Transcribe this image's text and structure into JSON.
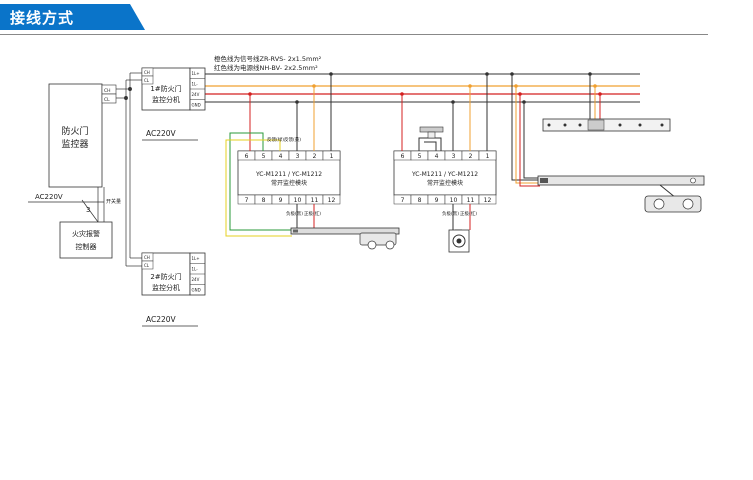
{
  "header": {
    "title": "接线方式"
  },
  "legend": {
    "line1": "橙色线为信号线ZR-RVS- 2x1.5mm²",
    "line2": "红色线为电源线NH-BV- 2x2.5mm²"
  },
  "monitor": {
    "line1": "防火门",
    "line2": "监控器",
    "t1": "CH",
    "t2": "CL",
    "power": "AC220V",
    "switch_num": "3",
    "switch_label": "开关量"
  },
  "alarm": {
    "line1": "火灾报警",
    "line2": "控制器"
  },
  "sub1": {
    "line1": "1#防火门",
    "line2": "监控分机",
    "power": "AC220V",
    "left_terms": [
      "CH",
      "CL"
    ],
    "right_terms": [
      "1L+",
      "1L-",
      "24V",
      "GND"
    ]
  },
  "sub2": {
    "line1": "2#防火门",
    "line2": "监控分机",
    "power": "AC220V",
    "left_terms": [
      "CH",
      "CL"
    ],
    "right_terms": [
      "1L+",
      "1L-",
      "24V",
      "GND"
    ]
  },
  "module1": {
    "model": "YC-M1211 / YC-M1212",
    "desc": "常开监控模块",
    "top_terms": [
      "6",
      "5",
      "4",
      "3",
      "2",
      "1"
    ],
    "bottom_terms": [
      "7",
      "8",
      "9",
      "10",
      "11",
      "12"
    ],
    "label_fb_green": "反馈(绿)",
    "label_fb_yellow": "反馈(黄)",
    "label_neg_black": "负极(黑)",
    "label_pos_red": "正极(红)"
  },
  "module2": {
    "model": "YC-M1211 / YC-M1212",
    "desc": "常开监控模块",
    "top_terms": [
      "6",
      "5",
      "4",
      "3",
      "2",
      "1"
    ],
    "bottom_terms": [
      "7",
      "8",
      "9",
      "10",
      "11",
      "12"
    ],
    "label_neg_black": "负极(黑)",
    "label_pos_red": "正极(红)"
  },
  "colors": {
    "accent": "#0a74c9",
    "signal_orange": "#f0a030",
    "power_red": "#d42020",
    "bus_black": "#333333",
    "feedback_green": "#2a9a3a",
    "feedback_yellow": "#e6d020"
  }
}
